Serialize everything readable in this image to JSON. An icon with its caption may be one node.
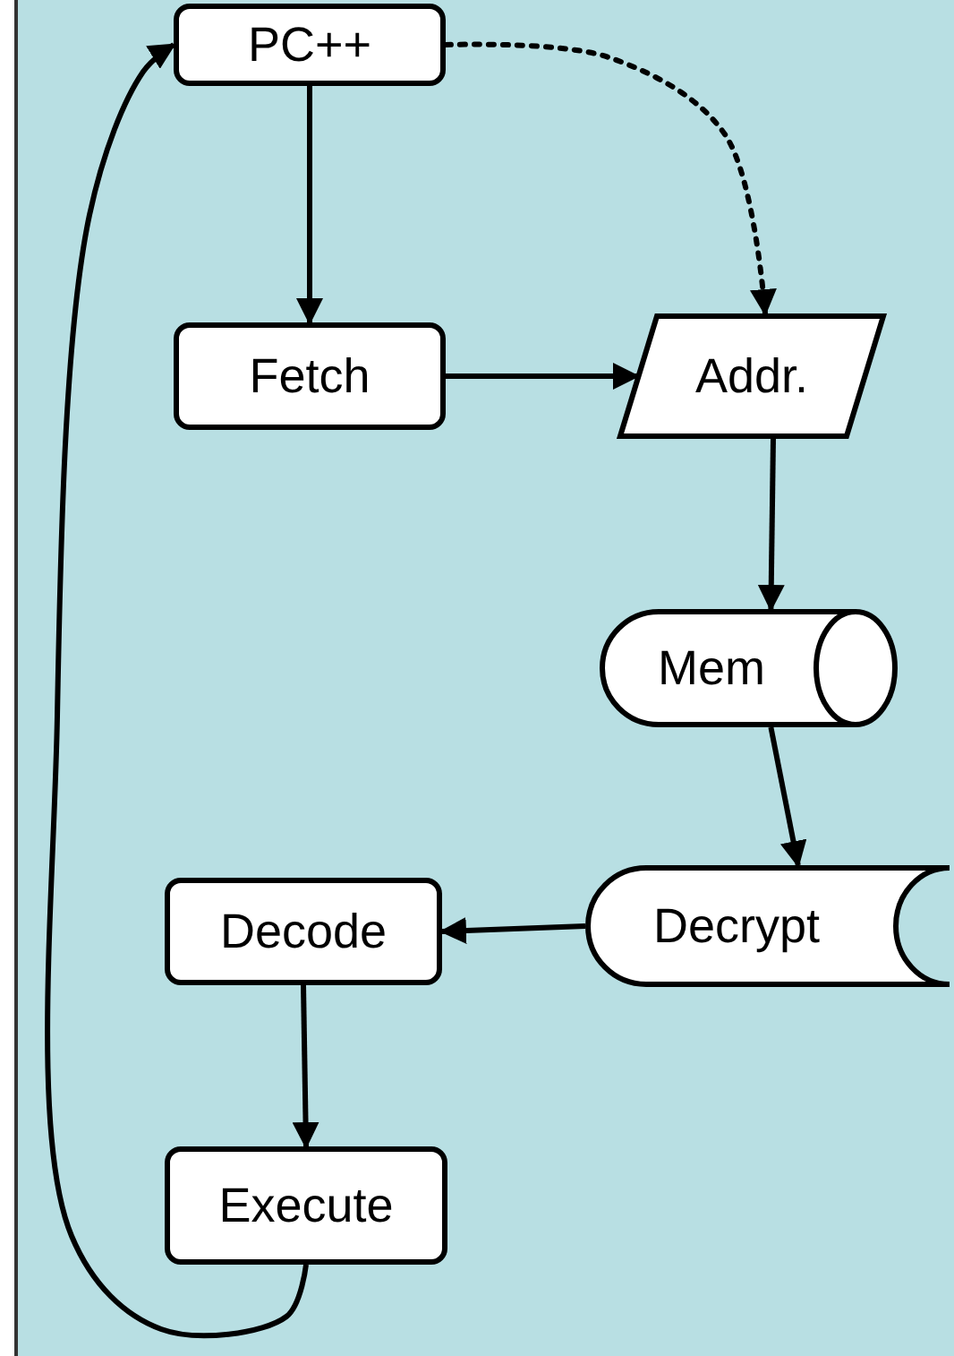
{
  "diagram": {
    "nodes": [
      {
        "text": [
          "PC++"
        ]
      },
      {
        "text": [
          "Fetch"
        ]
      },
      {
        "text": [
          "Addr."
        ]
      },
      {
        "text": [
          "Mem"
        ]
      },
      {
        "text": [
          "Decrypt"
        ]
      },
      {
        "text": [
          "Decode"
        ]
      },
      {
        "text": [
          "Execute"
        ]
      }
    ],
    "edges": [
      {
        "from": 0,
        "to": 1,
        "arrow": "to"
      },
      {
        "from": 0,
        "to": 2,
        "arrow": "to",
        "style": "dashed"
      },
      {
        "from": 1,
        "to": 2,
        "arrow": "to"
      },
      {
        "from": 2,
        "to": 3,
        "arrow": "to"
      },
      {
        "from": 3,
        "to": 4,
        "arrow": "to"
      },
      {
        "from": 4,
        "to": 5,
        "arrow": "to"
      },
      {
        "from": 5,
        "to": 6,
        "arrow": "to"
      },
      {
        "from": 6,
        "to": 0,
        "arrow": "to"
      }
    ]
  }
}
